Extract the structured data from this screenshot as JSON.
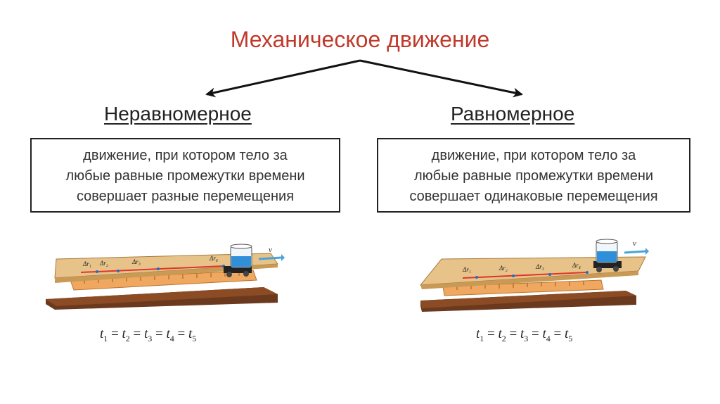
{
  "title": "Механическое движение",
  "left": {
    "heading": "Неравномерное",
    "definition": [
      "движение, при котором тело за",
      "любые равные промежутки времени",
      "совершает разные перемещения"
    ],
    "equation": {
      "symbol": "t",
      "subscripts": [
        "1",
        "2",
        "3",
        "4",
        "5"
      ],
      "operator": "="
    },
    "vector_labels": [
      "Δr₁",
      "Δr₂",
      "Δr₃",
      "Δr₄"
    ],
    "velocity_label": "v"
  },
  "right": {
    "heading": "Равномерное",
    "definition": [
      "движение, при котором тело за",
      "любые равные промежутки времени",
      "совершает одинаковые перемещения"
    ],
    "equation": {
      "symbol": "t",
      "subscripts": [
        "1",
        "2",
        "3",
        "4",
        "5"
      ],
      "operator": "="
    },
    "vector_labels": [
      "Δr₁",
      "Δr₂",
      "Δr₃",
      "Δr₄"
    ],
    "velocity_label": "v"
  },
  "colors": {
    "title": "#c0392b",
    "board": "#e7c38a",
    "base": "#6b3a1e",
    "ruler": "#f0a860",
    "water": "#2f8fd8",
    "trail": "#e0342c",
    "velocity_arrow": "#4aa3d8"
  }
}
